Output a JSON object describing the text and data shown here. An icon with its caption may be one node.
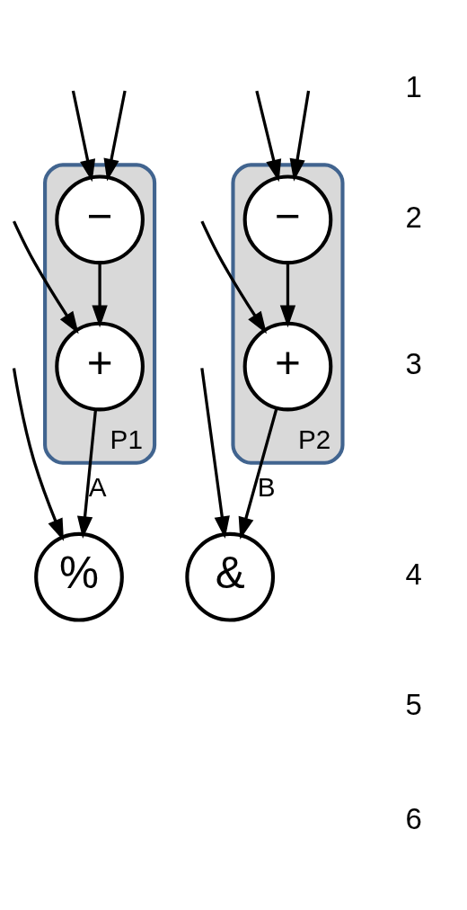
{
  "diagram": {
    "nodes": [
      {
        "text": [
          "P1"
        ]
      },
      {
        "text": [
          "−"
        ],
        "in": 0
      },
      {
        "text": [
          "+"
        ],
        "in": 0
      },
      {
        "text": [
          "P2"
        ]
      },
      {
        "text": [
          "−"
        ],
        "in": 3
      },
      {
        "text": [
          "+"
        ],
        "in": 3
      },
      {
        "text": [
          "%"
        ]
      },
      {
        "text": [
          "&"
        ]
      }
    ],
    "edges": [
      {
        "from": null,
        "to": 1,
        "arrow": "to"
      },
      {
        "from": null,
        "to": 1,
        "arrow": "to"
      },
      {
        "from": null,
        "to": 2,
        "arrow": "to"
      },
      {
        "from": 1,
        "to": 2,
        "arrow": "to"
      },
      {
        "from": 2,
        "to": 6,
        "arrow": "to",
        "label": "A"
      },
      {
        "from": null,
        "to": 4,
        "arrow": "to"
      },
      {
        "from": null,
        "to": 4,
        "arrow": "to"
      },
      {
        "from": null,
        "to": 5,
        "arrow": "to"
      },
      {
        "from": 4,
        "to": 5,
        "arrow": "to"
      },
      {
        "from": 5,
        "to": 7,
        "arrow": "to",
        "label": "B"
      },
      {
        "from": null,
        "to": 6,
        "arrow": "to"
      },
      {
        "from": null,
        "to": 7,
        "arrow": "to"
      }
    ],
    "labels": [
      "1",
      "2",
      "3",
      "4",
      "5",
      "6"
    ]
  }
}
